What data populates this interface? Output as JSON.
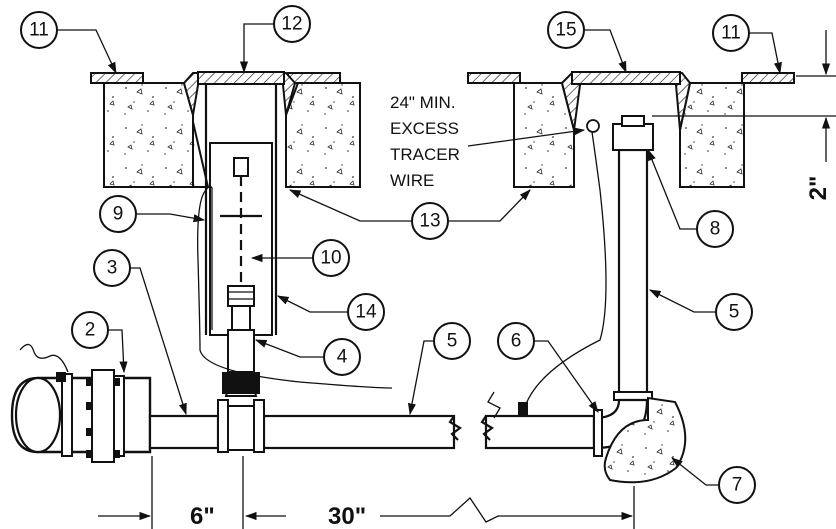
{
  "callouts": [
    {
      "id": "c11a",
      "num": "11"
    },
    {
      "id": "c12",
      "num": "12"
    },
    {
      "id": "c15",
      "num": "15"
    },
    {
      "id": "c11b",
      "num": "11"
    },
    {
      "id": "c13",
      "num": "13"
    },
    {
      "id": "c9",
      "num": "9"
    },
    {
      "id": "c10",
      "num": "10"
    },
    {
      "id": "c3",
      "num": "3"
    },
    {
      "id": "c14",
      "num": "14"
    },
    {
      "id": "c2",
      "num": "2"
    },
    {
      "id": "c4",
      "num": "4"
    },
    {
      "id": "c5a",
      "num": "5"
    },
    {
      "id": "c6",
      "num": "6"
    },
    {
      "id": "c5b",
      "num": "5"
    },
    {
      "id": "c8",
      "num": "8"
    },
    {
      "id": "c7",
      "num": "7"
    }
  ],
  "note_lines": [
    "24\" MIN.",
    "EXCESS",
    "TRACER",
    "WIRE"
  ],
  "dimensions": {
    "left": "6\"",
    "middle": "30\"",
    "right": "2\""
  }
}
